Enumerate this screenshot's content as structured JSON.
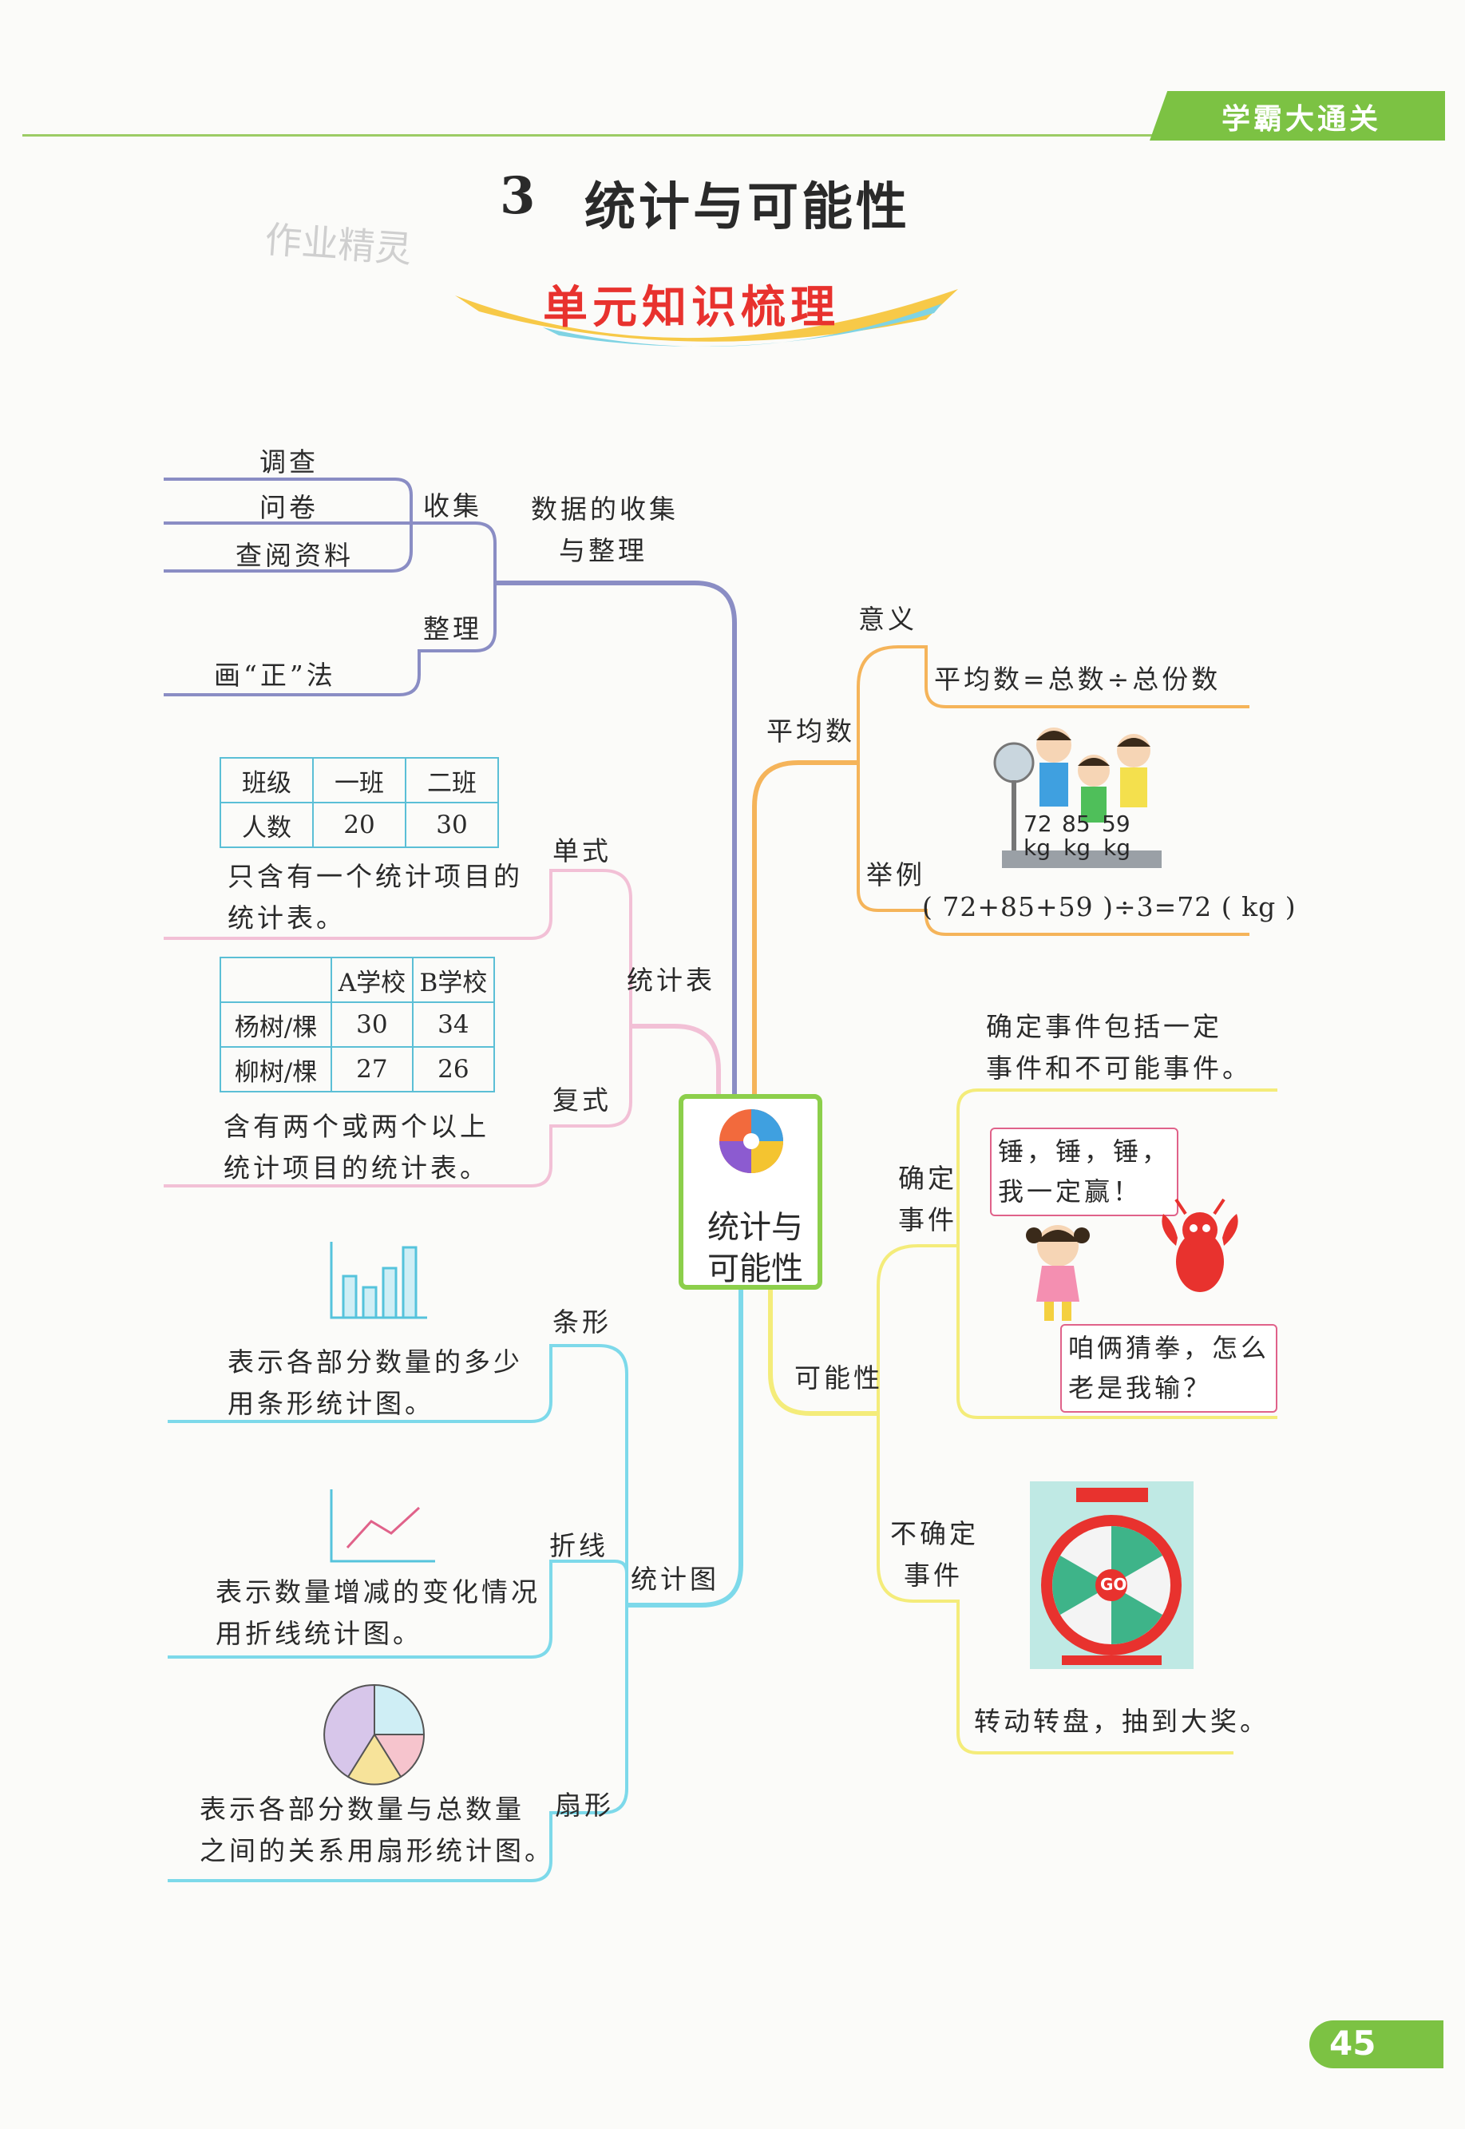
{
  "header": {
    "series_label": "学霸大通关",
    "page_number": "45"
  },
  "title": {
    "number": "3",
    "text": "统计与可能性"
  },
  "watermark": "作业精灵",
  "section_banner": "单元知识梳理",
  "center_node": {
    "line1": "统计与",
    "line2": "可能性"
  },
  "data_collection": {
    "label_line1": "数据的收集",
    "label_line2": "与整理",
    "collect": "收集",
    "organize": "整理",
    "methods": [
      "调查",
      "问卷",
      "查阅资料"
    ],
    "organize_method": "画“正”法"
  },
  "tables": {
    "label": "统计表",
    "single": {
      "label": "单式",
      "headers": [
        "班级",
        "一班",
        "二班"
      ],
      "row": [
        "人数",
        "20",
        "30"
      ],
      "desc_line1": "只含有一个统计项目的",
      "desc_line2": "统计表。"
    },
    "compound": {
      "label": "复式",
      "headers": [
        "",
        "A学校",
        "B学校"
      ],
      "rows": [
        [
          "杨树/棵",
          "30",
          "34"
        ],
        [
          "柳树/棵",
          "27",
          "26"
        ]
      ],
      "desc_line1": "含有两个或两个以上",
      "desc_line2": "统计项目的统计表。"
    }
  },
  "charts": {
    "label": "统计图",
    "bar": {
      "label": "条形",
      "desc_line1": "表示各部分数量的多少",
      "desc_line2": "用条形统计图。"
    },
    "line": {
      "label": "折线",
      "desc_line1": "表示数量增减的变化情况",
      "desc_line2": "用折线统计图。"
    },
    "pie": {
      "label": "扇形",
      "desc_line1": "表示各部分数量与总数量",
      "desc_line2": "之间的关系用扇形统计图。"
    }
  },
  "average": {
    "label": "平均数",
    "meaning_label": "意义",
    "formula": "平均数=总数÷总份数",
    "example_label": "举例",
    "weights": [
      "72",
      "85",
      "59"
    ],
    "unit": "kg",
    "calculation": "( 72+85+59 )÷3=72 ( kg )"
  },
  "possibility": {
    "label": "可能性",
    "certain": {
      "label_line1": "确定",
      "label_line2": "事件",
      "note_line1": "确定事件包括一定",
      "note_line2": "事件和不可能事件。",
      "bubble1_line1": "锤，锤，锤，",
      "bubble1_line2": "我一定赢！",
      "bubble2_line1": "咱俩猜拳，怎么",
      "bubble2_line2": "老是我输？"
    },
    "uncertain": {
      "label_line1": "不确定",
      "label_line2": "事件",
      "caption": "转动转盘，抽到大奖。",
      "wheel_center": "GO"
    }
  },
  "colors": {
    "collect_branch": "#8a8dc4",
    "table_branch": "#f2c0d6",
    "chart_branch": "#7dd9ea",
    "average_branch": "#f5b45a",
    "possibility_branch": "#f4ec7a",
    "header_green": "#7cc243"
  }
}
